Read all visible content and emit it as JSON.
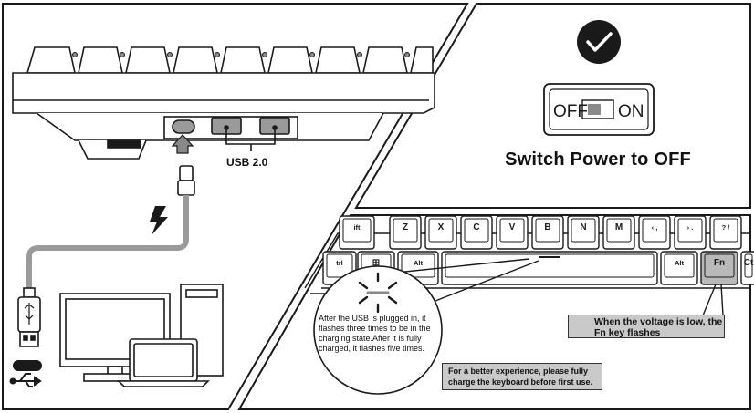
{
  "switch_panel": {
    "off_label": "OFF",
    "on_label": "ON",
    "caption": "Switch Power to OFF"
  },
  "connection_panel": {
    "usb_label": "USB 2.0"
  },
  "keyboard_panel": {
    "row_top_keys": [
      "ift",
      "Z",
      "X",
      "C",
      "V",
      "B",
      "N",
      "M",
      "‹ ,",
      "› .",
      "? /"
    ],
    "row_bottom_keys": [
      "trl",
      "⊞",
      "Alt",
      "",
      "Alt",
      "Fn",
      "Ct"
    ],
    "bubble_note": "After the USB is plugged in, it flashes three times to be in the charging state.After it is fully charged, it flashes five times.",
    "voltage_note": "When the voltage is low, the Fn key flashes",
    "charge_note": "For a better experience, please fully charge the keyboard before first use."
  },
  "colors": {
    "line": "#1a1a1a",
    "note_fill": "#c9c9c9",
    "fn_key_fill": "#b9b9b9"
  }
}
